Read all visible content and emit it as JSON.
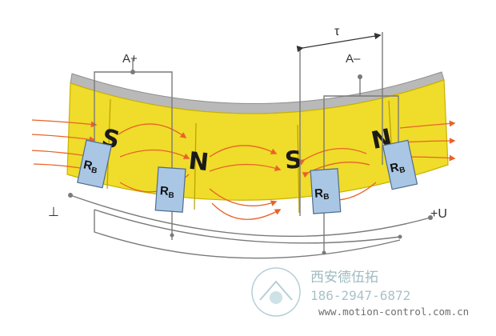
{
  "labels": {
    "pitch": "τ",
    "a_plus": "A+",
    "a_minus": "A–",
    "ground": "⊥",
    "plus_u": "+U"
  },
  "poles": [
    "S",
    "N",
    "S",
    "N"
  ],
  "sensors": {
    "main": "R",
    "sub": "B",
    "count": 4
  },
  "watermark": {
    "company": "西安德伍拓",
    "phone": "186-2947-6872",
    "url": "www.motion-control.com.cn"
  },
  "colors": {
    "magnet_fill": "#f0dc2a",
    "magnet_edge": "#c9b200",
    "backing": "#b9b9b9",
    "flux_lines": "#e8622a",
    "sensor_fill": "#a9c6e4",
    "wire": "#7a7a7a"
  }
}
